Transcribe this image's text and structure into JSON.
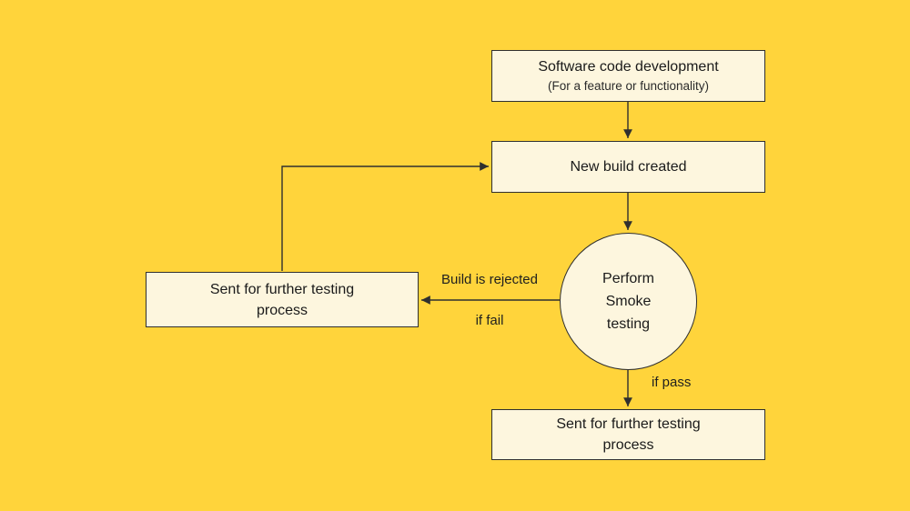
{
  "colors": {
    "background": "#FFD43B",
    "node_fill": "#FDF6DE",
    "node_border": "#2F2F2F",
    "arrow": "#2F2F2F",
    "text": "#1A1A1A"
  },
  "diagram": {
    "type": "flowchart",
    "nodes": {
      "software_dev": {
        "title": "Software code development",
        "subtitle": "(For a feature or functionality)"
      },
      "new_build": {
        "label": "New build created"
      },
      "smoke_test": {
        "line1": "Perform",
        "line2": "Smoke",
        "line3": "testing"
      },
      "fail_branch": {
        "line1": "Sent for further testing",
        "line2": "process"
      },
      "pass_branch": {
        "line1": "Sent for further testing",
        "line2": "process"
      }
    },
    "edge_labels": {
      "build_rejected": "Build is rejected",
      "if_fail": "if fail",
      "if_pass": "if pass"
    },
    "edges": [
      "software_dev -> new_build",
      "new_build -> smoke_test",
      "smoke_test -> fail_branch (Build is rejected / if fail)",
      "fail_branch -> new_build (loop back)",
      "smoke_test -> pass_branch (if pass)"
    ]
  }
}
